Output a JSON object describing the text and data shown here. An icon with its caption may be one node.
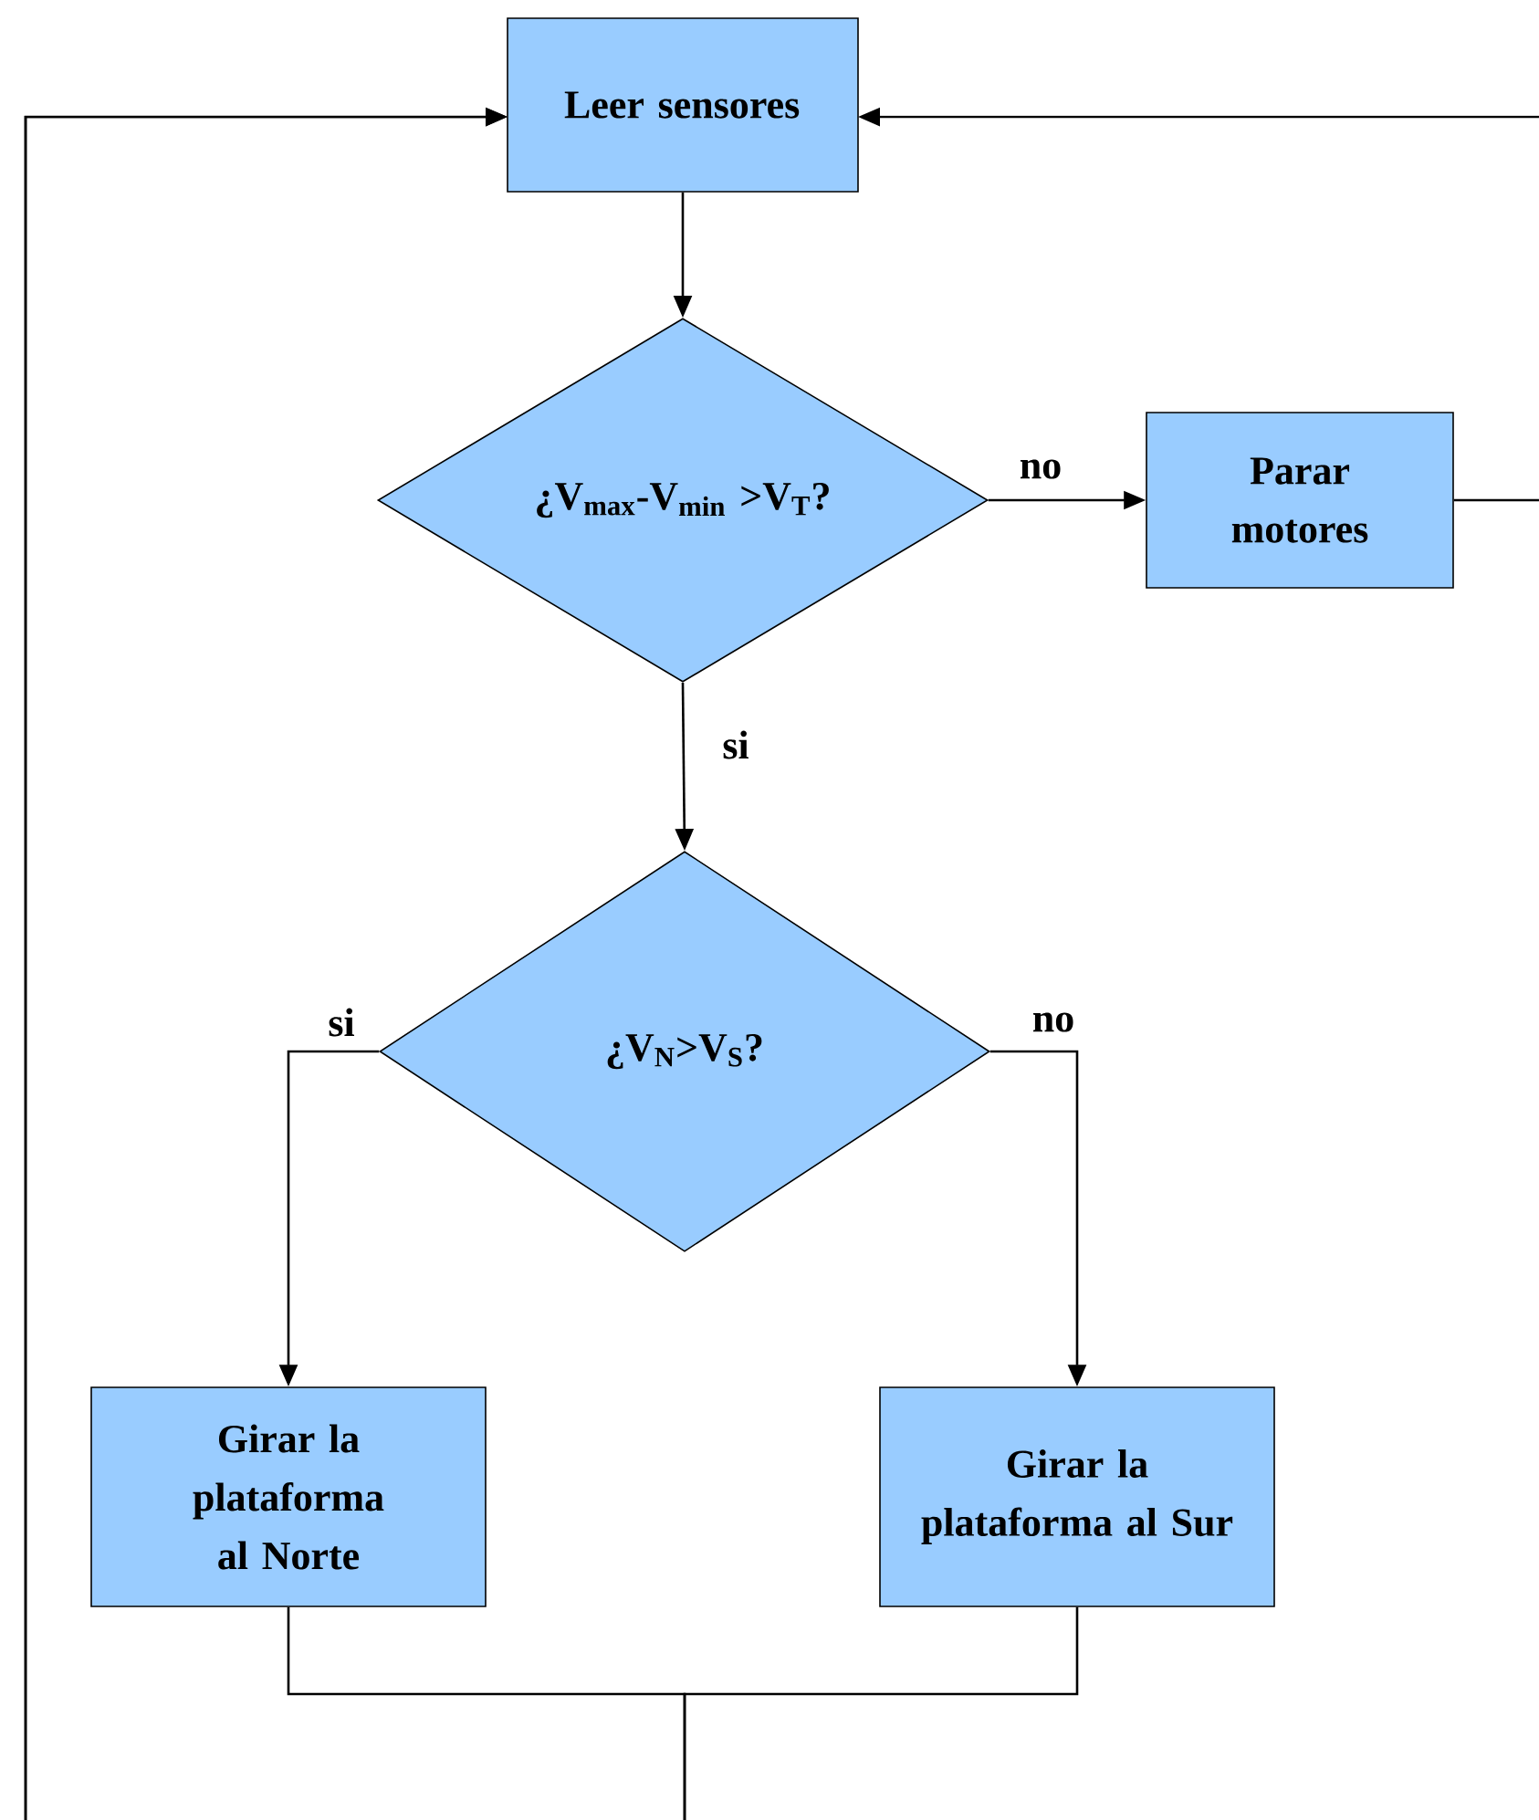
{
  "diagram": {
    "nodes": [
      {
        "text": [
          "Leer sensores"
        ]
      },
      {
        "text": [
          "¿V$_{max}$-V$_{min}$ >V$_{T}$?"
        ]
      },
      {
        "text": [
          "Parar motores"
        ]
      },
      {
        "text": [
          "¿V$_{N}$>V$_{S}$?"
        ]
      },
      {
        "text": [
          "Girar la plataforma al Norte"
        ]
      },
      {
        "text": [
          "Girar la plataforma al Sur"
        ]
      }
    ],
    "edges": [
      {
        "from": 0,
        "to": 1,
        "arrow": "to"
      },
      {
        "from": 1,
        "to": 2,
        "arrow": "to",
        "label": "no"
      },
      {
        "from": 2,
        "to": 0,
        "arrow": "to"
      },
      {
        "from": 1,
        "to": 3,
        "arrow": "to",
        "label": "si"
      },
      {
        "from": 3,
        "to": 4,
        "arrow": "to",
        "label": "si"
      },
      {
        "from": 3,
        "to": 5,
        "arrow": "to",
        "label": "no"
      },
      {
        "from": 4,
        "to": 0,
        "arrow": "to"
      },
      {
        "from": 5,
        "to": 0,
        "arrow": "to"
      }
    ]
  }
}
